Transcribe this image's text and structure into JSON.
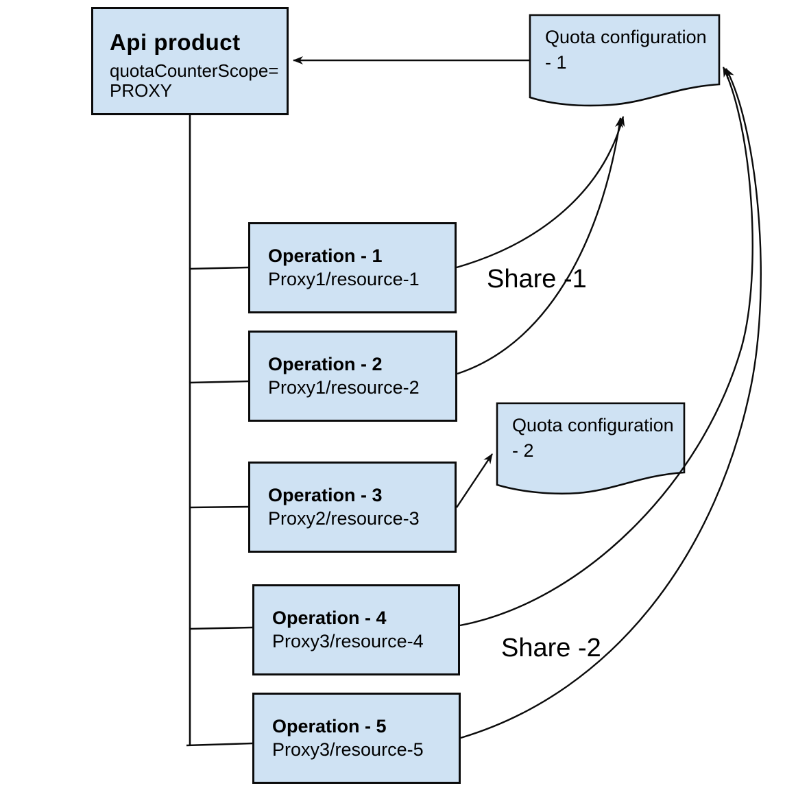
{
  "diagram": {
    "api_product": {
      "title": "Api product",
      "scope_line1": "quotaCounterScope=",
      "scope_line2": "PROXY"
    },
    "quota_configs": [
      {
        "label": "Quota configuration - 1"
      },
      {
        "label": "Quota configuration - 2"
      }
    ],
    "operations": [
      {
        "title": "Operation - 1",
        "path": "Proxy1/resource-1"
      },
      {
        "title": "Operation - 2",
        "path": "Proxy1/resource-2"
      },
      {
        "title": "Operation - 3",
        "path": "Proxy2/resource-3"
      },
      {
        "title": "Operation - 4",
        "path": "Proxy3/resource-4"
      },
      {
        "title": "Operation - 5",
        "path": "Proxy3/resource-5"
      }
    ],
    "share_labels": [
      "Share -1",
      "Share -2"
    ],
    "colors": {
      "node_fill": "#cfe2f3",
      "node_border": "#0b0b0b",
      "connector": "#0b0b0b",
      "background": "#ffffff"
    }
  }
}
